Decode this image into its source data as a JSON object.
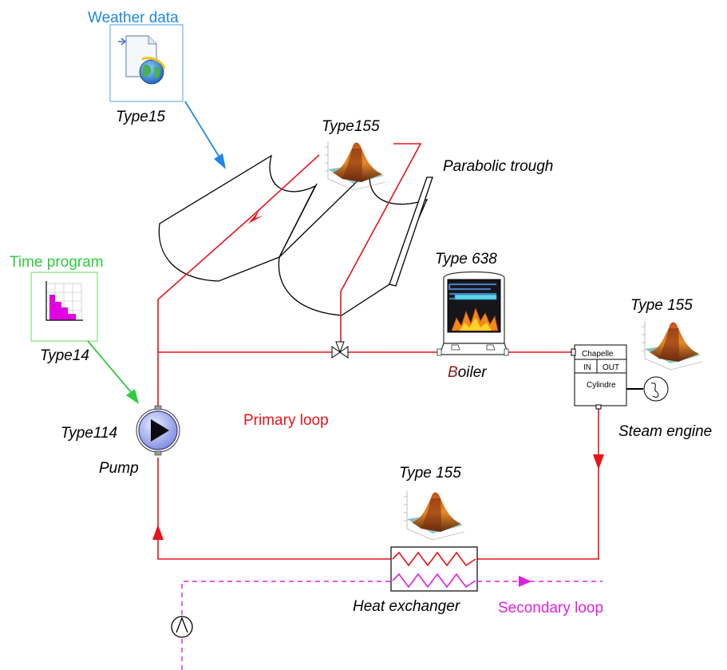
{
  "labels": {
    "weather_title": "Weather data",
    "weather_type": "Type15",
    "solar_type": "Type155",
    "trough": "Parabolic trough",
    "time_title": "Time program",
    "time_type": "Type14",
    "boiler_type": "Type 638",
    "boiler_first": "B",
    "boiler_rest": "oiler",
    "engine_type": "Type 155",
    "engine_name": "Steam engine",
    "pump_type": "Type114",
    "pump_name": "Pump",
    "primary": "Primary loop",
    "hx_type": "Type 155",
    "hx_name": "Heat exchanger",
    "secondary": "Secondary loop",
    "chapelle": "Chapelle",
    "in": "IN",
    "out": "OUT",
    "cylindre": "Cylindre"
  },
  "colors": {
    "weather": "#1e88e5",
    "time": "#2ecc40",
    "primary": "#e8141c",
    "secondary": "#e020e0",
    "boiler_b": "#8b1a1a"
  },
  "icons": {
    "weather": "globe-document-icon",
    "time": "histogram-icon",
    "model": "surface-plot-icon",
    "pump": "pump-icon",
    "generator": "sine-generator-icon"
  }
}
